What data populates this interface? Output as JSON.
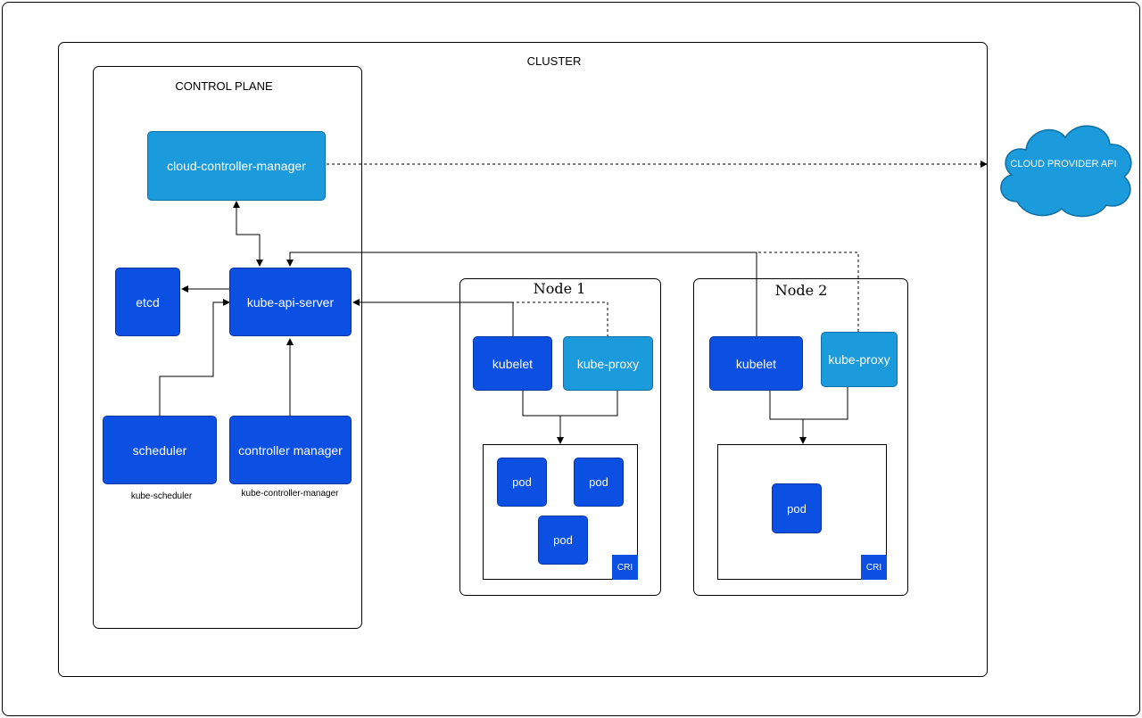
{
  "cluster": {
    "title": "CLUSTER"
  },
  "control_plane": {
    "title": "CONTROL PLANE",
    "cloud_controller_manager": "cloud-controller-manager",
    "etcd": "etcd",
    "kube_api_server": "kube-api-server",
    "scheduler": "scheduler",
    "scheduler_caption": "kube-scheduler",
    "controller_manager": "controller manager",
    "controller_manager_caption": "kube-controller-manager"
  },
  "cloud_provider": {
    "label": "CLOUD PROVIDER API"
  },
  "nodes": [
    {
      "title": "Node 1",
      "kubelet": "kubelet",
      "kube_proxy": "kube-proxy",
      "pods": [
        "pod",
        "pod",
        "pod"
      ],
      "cri": "CRI"
    },
    {
      "title": "Node 2",
      "kubelet": "kubelet",
      "kube_proxy": "kube-proxy",
      "pods": [
        "pod"
      ],
      "cri": "CRI"
    }
  ],
  "colors": {
    "component_dark": "#0b50e2",
    "component_light": "#1b9bdb",
    "cloud": "#1b9bdb"
  }
}
